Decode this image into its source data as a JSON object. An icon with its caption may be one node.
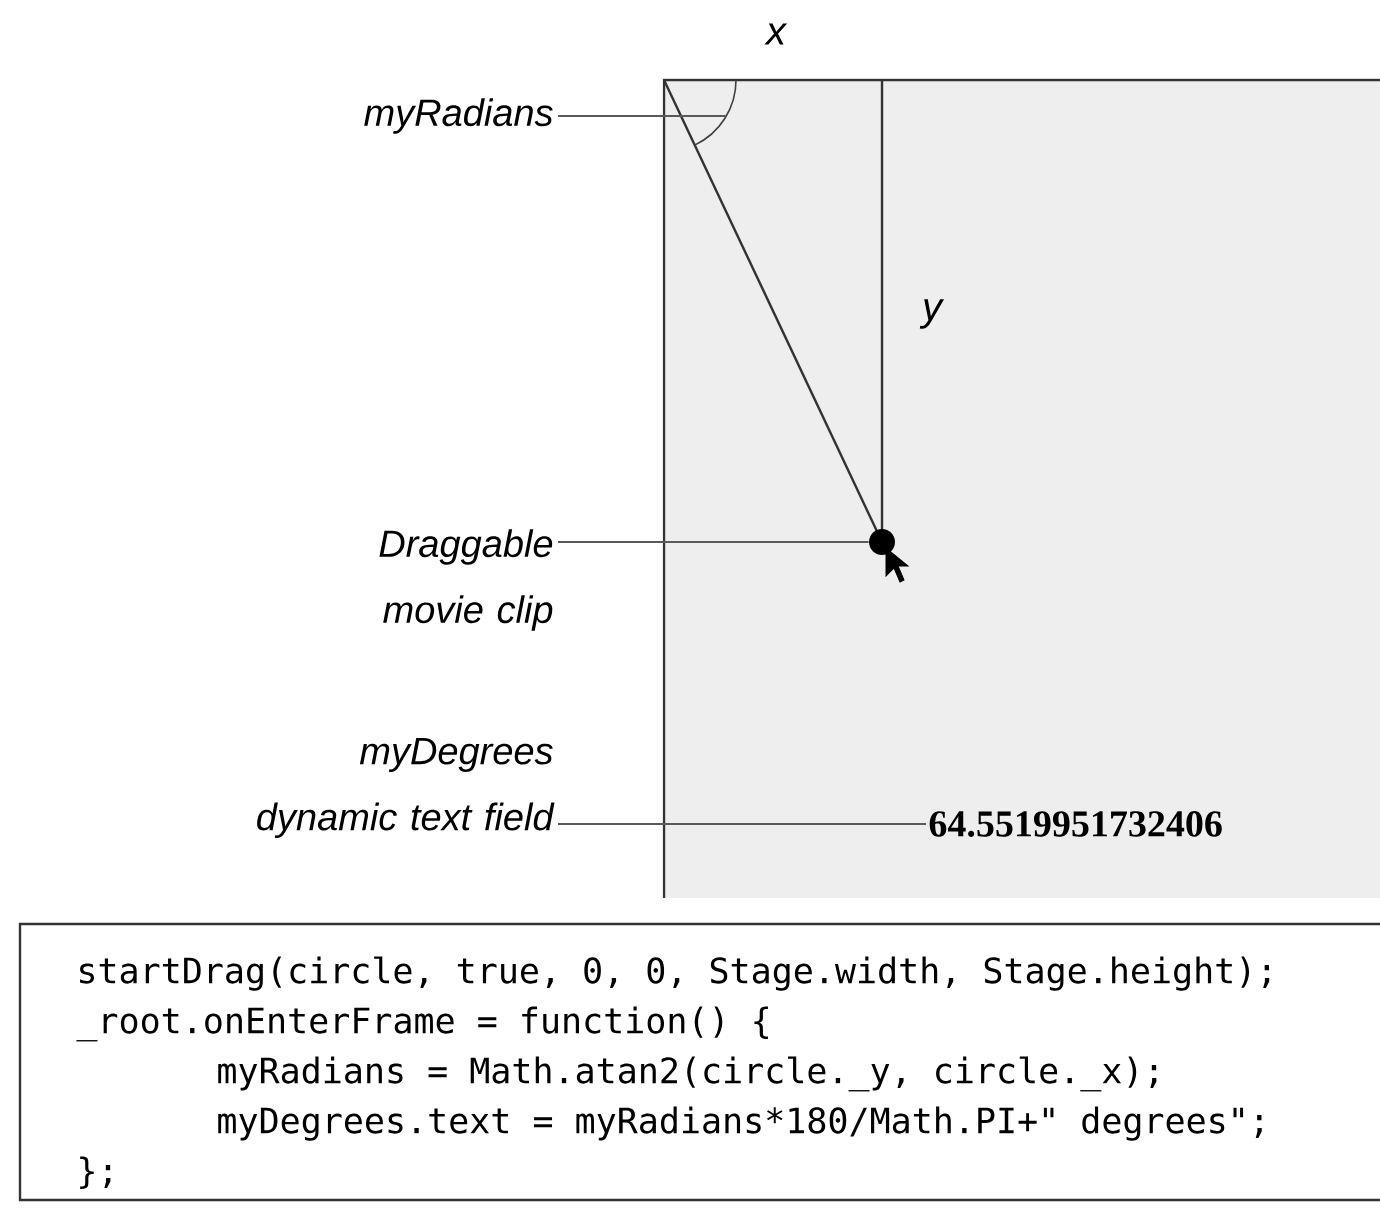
{
  "diagram": {
    "nodes": [
      {
        "text": [],
        "shape": "box"
      },
      {
        "text": [
          "myRadians"
        ]
      },
      {
        "text": [],
        "shape": "arc",
        "in": 0
      },
      {
        "text": [
          "Draggable movie clip"
        ]
      },
      {
        "text": [],
        "shape": "circle",
        "in": 0
      },
      {
        "text": [
          "myDegrees dynamic text field"
        ]
      },
      {
        "text": [
          "64.5519951732406"
        ],
        "in": 0
      },
      {
        "text": [
          "startDrag(circle, true, 0, 0, Stage.width, Stage.height);",
          "_root.onEnterFrame = function() {",
          "myRadians = Math.atan2(circle._y, circle._x);",
          "myDegrees.text = myRadians*180/Math.PI+\" degrees\";",
          "};"
        ]
      }
    ],
    "edges": [
      {
        "from": 1,
        "to": 2,
        "arrow": "none"
      },
      {
        "from": 3,
        "to": 4,
        "arrow": "none"
      },
      {
        "from": 5,
        "to": 6,
        "arrow": "none"
      }
    ],
    "labels": [
      "x",
      "y"
    ]
  }
}
